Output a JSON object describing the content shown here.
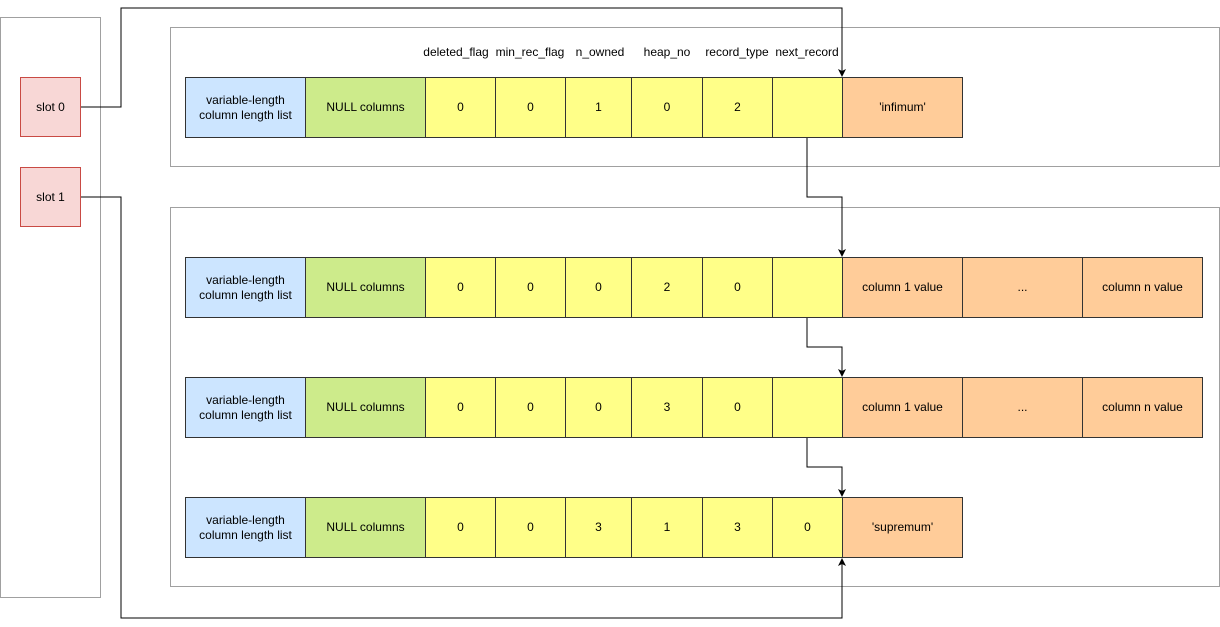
{
  "slots": [
    "slot 0",
    "slot 1"
  ],
  "headers": [
    "deleted_flag",
    "min_rec_flag",
    "n_owned",
    "heap_no",
    "record_type",
    "next_record"
  ],
  "records": [
    {
      "id": "infimum",
      "varlen": "variable-length column length list",
      "nulls": "NULL columns",
      "deleted_flag": "0",
      "min_rec_flag": "0",
      "n_owned": "1",
      "heap_no": "0",
      "record_type": "2",
      "next_record": "",
      "data": [
        "'infimum'"
      ]
    },
    {
      "id": "user-record-1",
      "varlen": "variable-length column length list",
      "nulls": "NULL columns",
      "deleted_flag": "0",
      "min_rec_flag": "0",
      "n_owned": "0",
      "heap_no": "2",
      "record_type": "0",
      "next_record": "",
      "data": [
        "column 1 value",
        "...",
        "column n value"
      ]
    },
    {
      "id": "user-record-2",
      "varlen": "variable-length column length list",
      "nulls": "NULL columns",
      "deleted_flag": "0",
      "min_rec_flag": "0",
      "n_owned": "0",
      "heap_no": "3",
      "record_type": "0",
      "next_record": "",
      "data": [
        "column 1 value",
        "...",
        "column n value"
      ]
    },
    {
      "id": "supremum",
      "varlen": "variable-length column length list",
      "nulls": "NULL columns",
      "deleted_flag": "0",
      "min_rec_flag": "0",
      "n_owned": "3",
      "heap_no": "1",
      "record_type": "3",
      "next_record": "0",
      "data": [
        "'supremum'"
      ]
    }
  ],
  "colors": {
    "slot_fill": "#f8d7d6",
    "slot_border": "#c94a44",
    "varlen": "#cce5ff",
    "nulls": "#cdeb8b",
    "header_fields": "#ffff88",
    "data_fields": "#ffcc99"
  }
}
